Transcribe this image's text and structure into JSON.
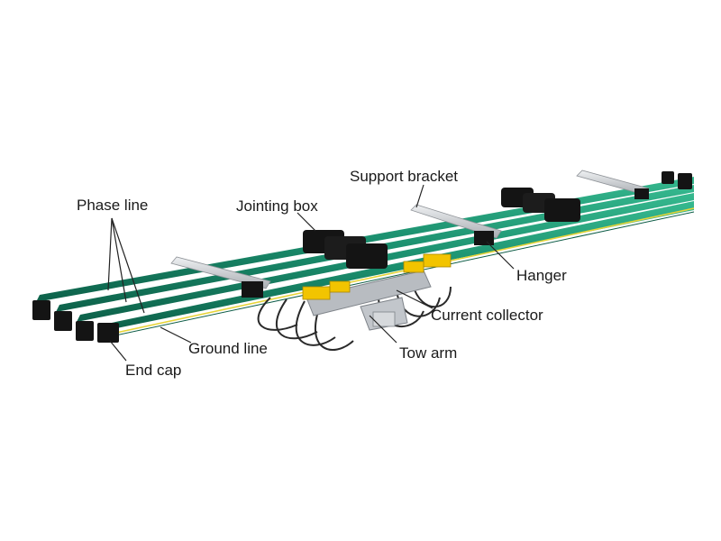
{
  "labels": {
    "phase_line": "Phase line",
    "jointing_box": "Jointing box",
    "support_bracket": "Support bracket",
    "hanger": "Hanger",
    "current_collector": "Current collector",
    "tow_arm": "Tow arm",
    "ground_line": "Ground line",
    "end_cap": "End cap"
  },
  "colors": {
    "rail_green": "#1b8f6e",
    "rail_green_light": "#2fb08a",
    "rail_green_dark": "#0f6a51",
    "ground_stripe": "#e6d43a",
    "black_part": "#141414",
    "bracket_silver": "#c9ccd0",
    "collector_yellow": "#f2c400",
    "label_text": "#1a1a1a"
  }
}
